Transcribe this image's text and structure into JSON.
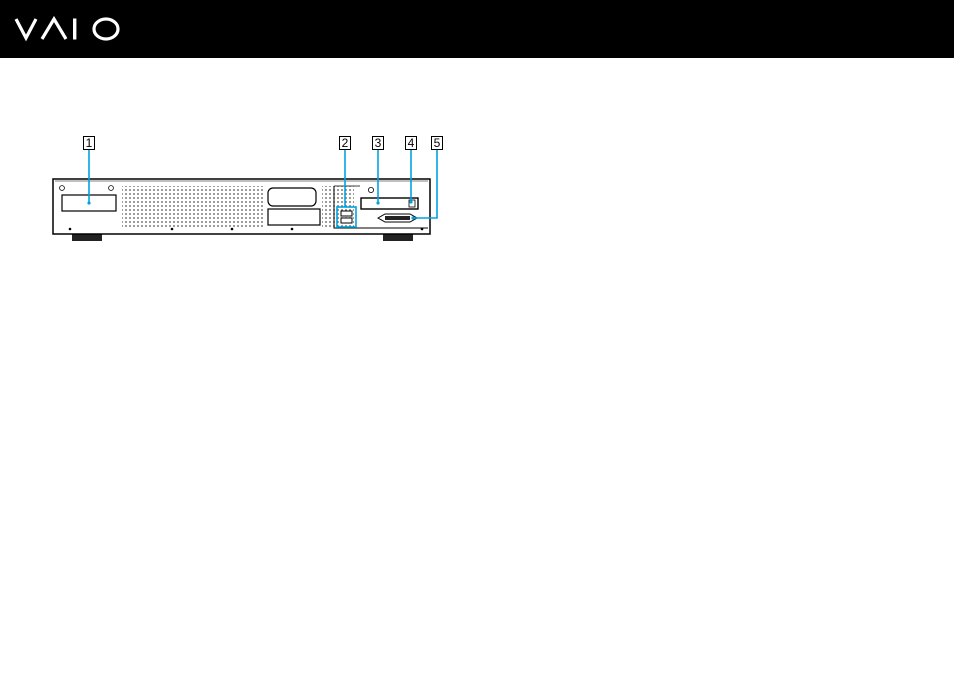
{
  "header": {
    "logo_name": "vaio-logo",
    "background": "#000000"
  },
  "diagram": {
    "line_color": "#00a3e0",
    "callouts": [
      {
        "label": "1",
        "part": "front-panel-slot"
      },
      {
        "label": "2",
        "part": "usb-ports"
      },
      {
        "label": "3",
        "part": "card-slot"
      },
      {
        "label": "4",
        "part": "card-slot-indicator"
      },
      {
        "label": "5",
        "part": "memory-stick-slot"
      }
    ]
  }
}
